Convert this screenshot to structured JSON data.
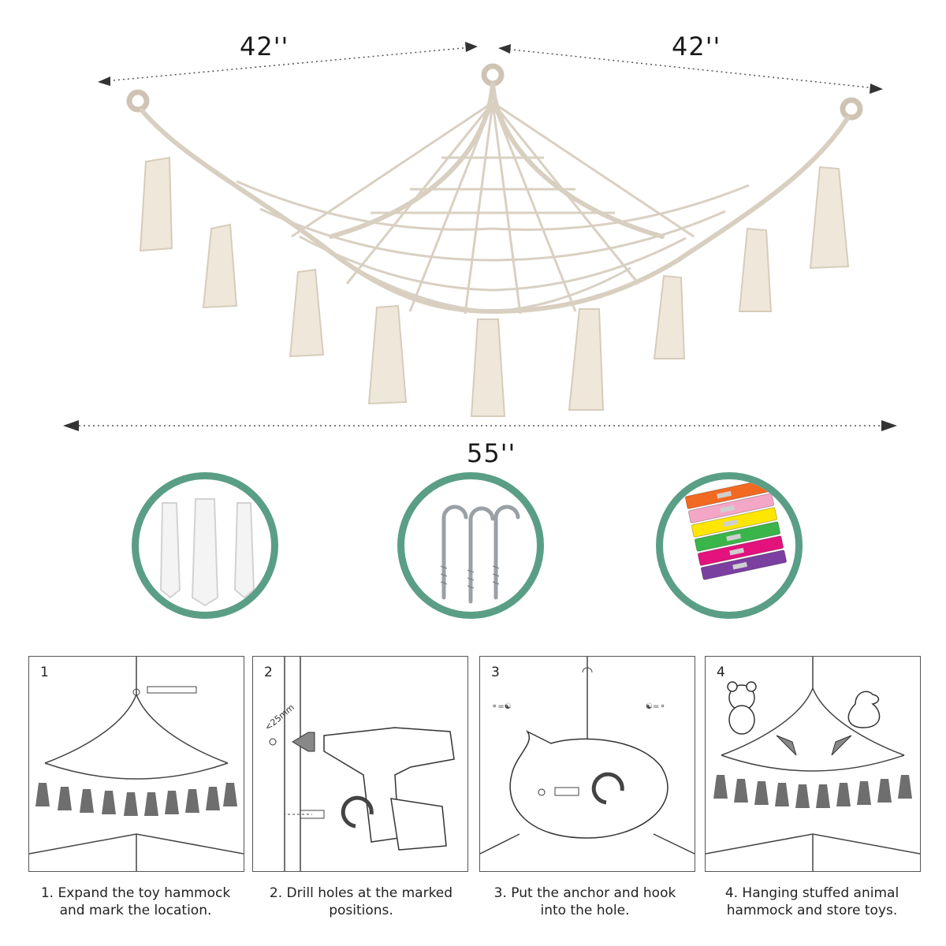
{
  "dimensions": {
    "left_side": "42''",
    "right_side": "42''",
    "bottom_width": "55''"
  },
  "accessories": [
    {
      "name": "wall-anchors",
      "icon": "anchor-icon"
    },
    {
      "name": "screw-hooks",
      "icon": "hook-icon"
    },
    {
      "name": "clips",
      "icon": "clip-icon"
    }
  ],
  "clip_colors": [
    "#f26a21",
    "#f4a6c6",
    "#ffe600",
    "#3ab54a",
    "#e3127c",
    "#7b3fa0"
  ],
  "accent_color": "#5a9e86",
  "steps": [
    {
      "number": "1",
      "caption_line1": "1. Expand the toy hammock",
      "caption_line2": "and mark the location."
    },
    {
      "number": "2",
      "caption_line1": "2. Drill holes at the marked",
      "caption_line2": "positions.",
      "measure": "<25mm"
    },
    {
      "number": "3",
      "caption_line1": "3. Put the anchor and hook",
      "caption_line2": "into the hole."
    },
    {
      "number": "4",
      "caption_line1": "4. Hanging stuffed animal",
      "caption_line2": "hammock and store toys."
    }
  ]
}
